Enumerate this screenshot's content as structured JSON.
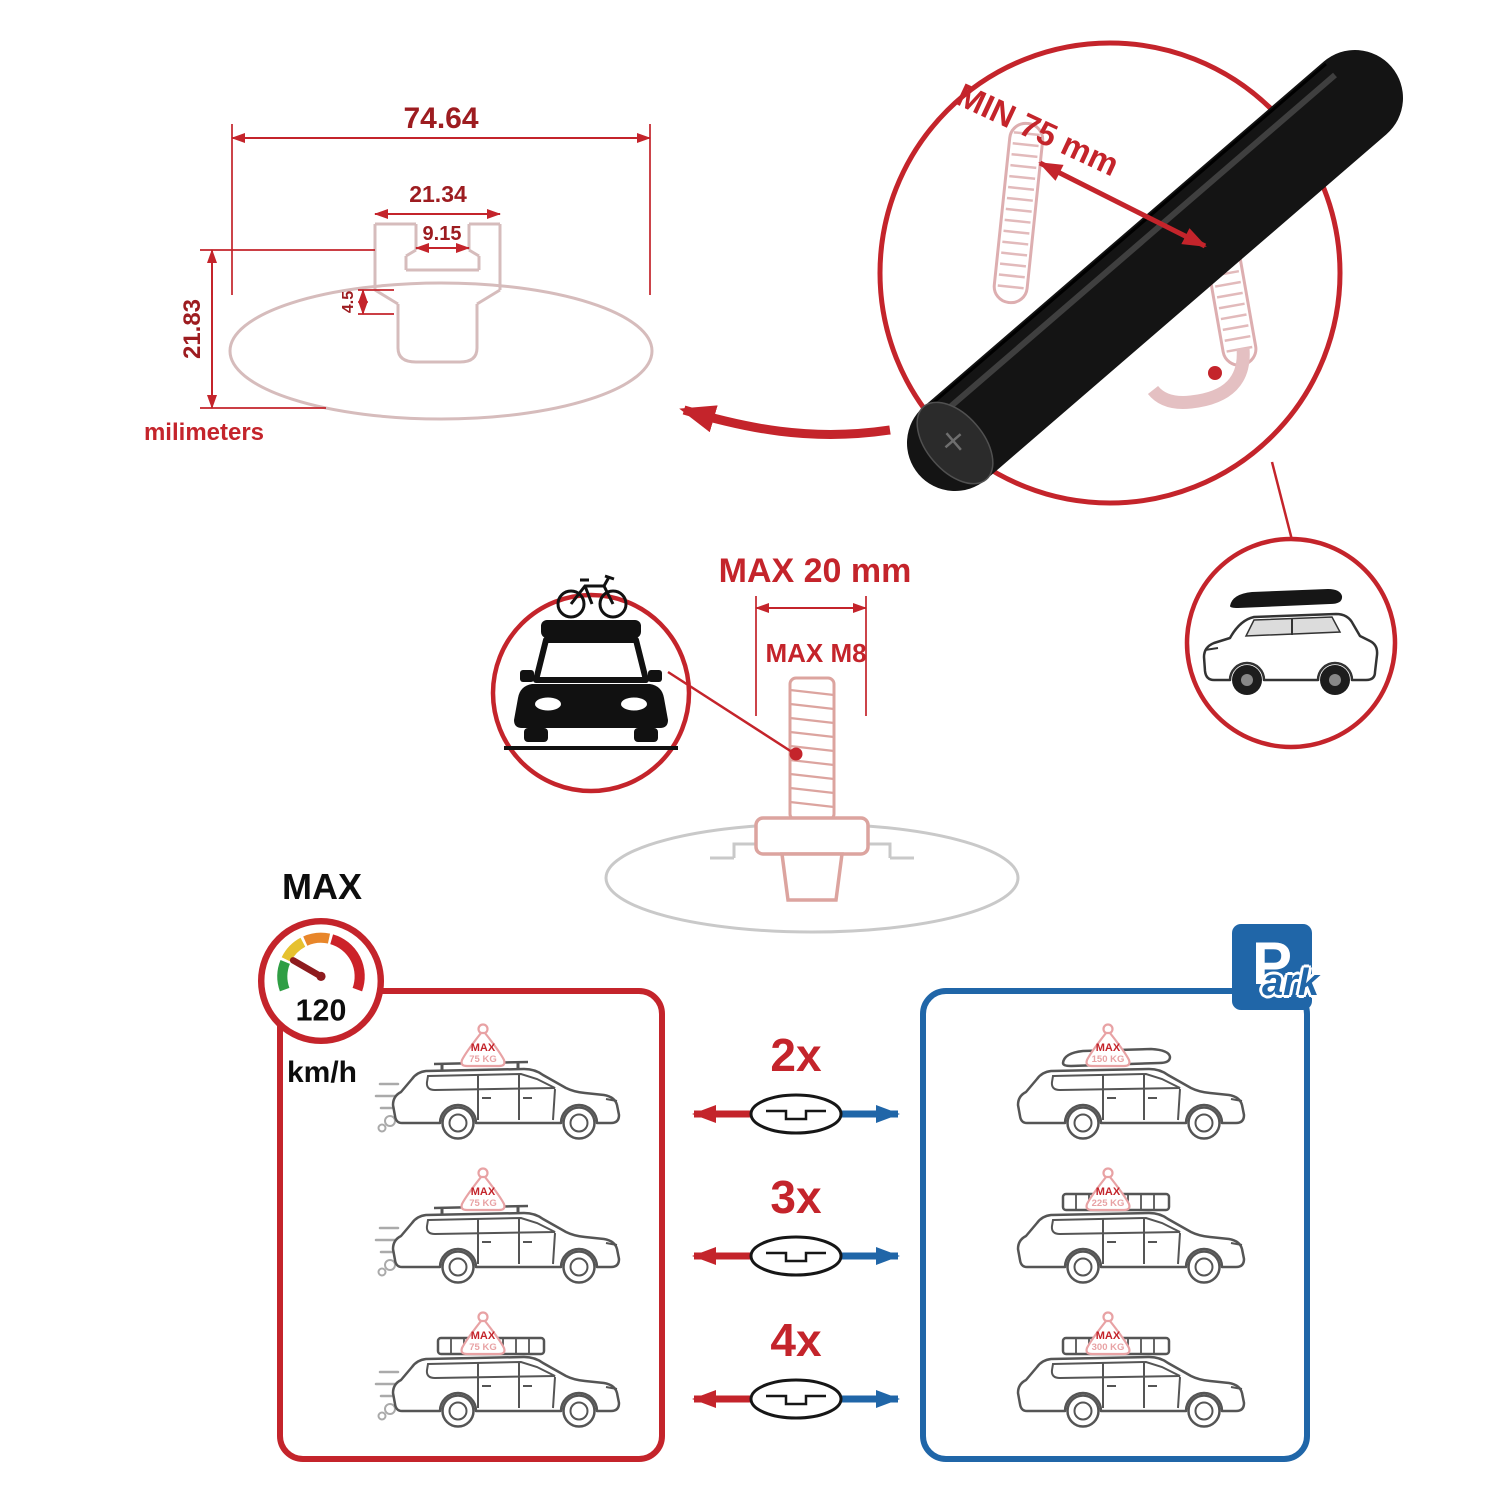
{
  "product_diagram": {
    "cross_section": {
      "total_width": "74.64",
      "channel_width": "21.34",
      "slot_width": "9.15",
      "lip_height": "4.5",
      "bar_height": "21.83",
      "units_label": "milimeters"
    },
    "bar_detail": {
      "min_clamp_span": "MIN 75 mm"
    },
    "bolt_spec": {
      "max_slot_width": "MAX 20 mm",
      "max_thread": "MAX M8"
    }
  },
  "speed_limit": {
    "label": "MAX",
    "value": "120",
    "units": "km/h"
  },
  "load_comparison": {
    "tag_max_label": "MAX",
    "counts": [
      "2x",
      "3x",
      "4x"
    ],
    "driving_cars": [
      {
        "load": "75 KG"
      },
      {
        "load": "75 KG"
      },
      {
        "load": "75 KG"
      }
    ],
    "parked_cars": [
      {
        "load": "150 KG"
      },
      {
        "load": "225 KG"
      },
      {
        "load": "300 KG"
      }
    ],
    "park_sign": {
      "letter": "P",
      "suffix": "ark"
    }
  },
  "colors": {
    "accent_red": "#c4242b",
    "dark_red": "#9d1c20",
    "accent_blue": "#2066a8",
    "ghost_pink": "#e8a2a4",
    "bar_black": "#141414",
    "ghost_gray": "#c9c9c9"
  }
}
